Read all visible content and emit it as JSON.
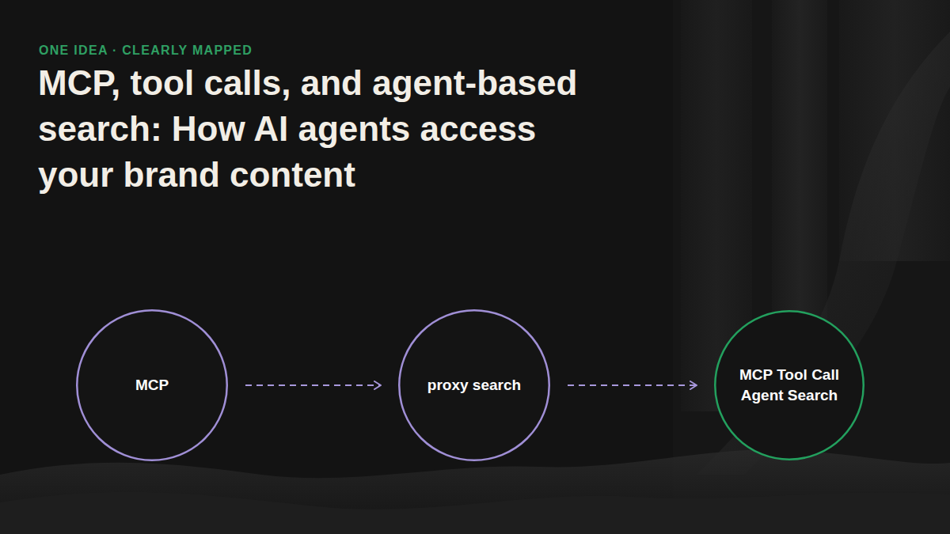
{
  "diagram": {
    "title": "MCP, tool calls, and agent-based search: How AI agents access your brand content",
    "nodes": [
      {
        "text": [
          "MCP"
        ]
      },
      {
        "text": [
          "proxy search"
        ]
      },
      {
        "text": [
          "MCP Tool Call Agent Search"
        ]
      }
    ],
    "edges": [
      {
        "from": 0,
        "to": 1,
        "arrow": "to"
      },
      {
        "from": 1,
        "to": 2,
        "arrow": "to"
      }
    ],
    "labels": [
      "ONE IDEA · CLEARLY MAPPED"
    ]
  }
}
